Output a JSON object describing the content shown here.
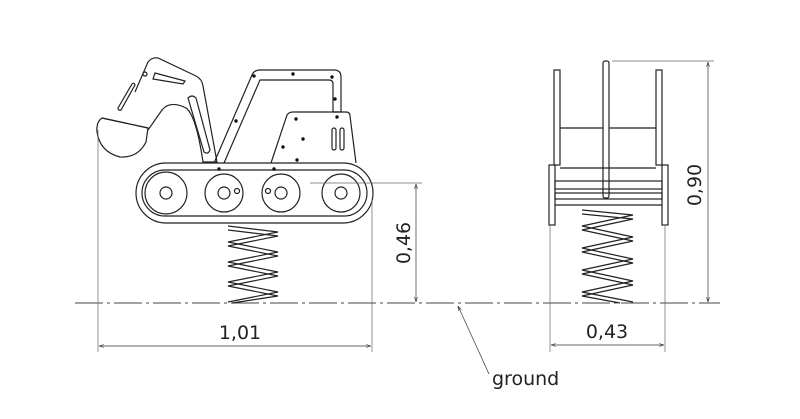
{
  "drawing": {
    "dimensions": {
      "length": "1,01",
      "seat_height": "0,46",
      "width": "0,43",
      "total_height": "0,90"
    },
    "ground_label": "ground"
  }
}
